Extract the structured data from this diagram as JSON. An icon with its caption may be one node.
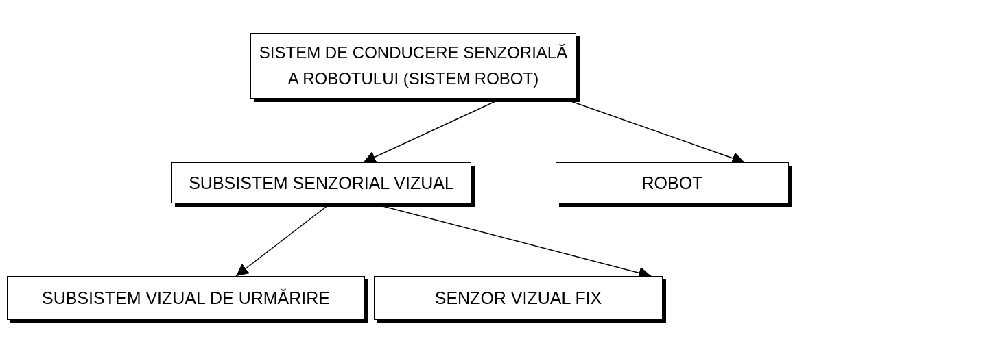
{
  "diagram": {
    "nodes": [
      {
        "text": [
          "SISTEM DE CONDUCERE SENZORIALĂ A ROBOTULUI (SISTEM ROBOT)"
        ]
      },
      {
        "text": [
          "SUBSISTEM SENZORIAL VIZUAL"
        ]
      },
      {
        "text": [
          "ROBOT"
        ]
      },
      {
        "text": [
          "SUBSISTEM VIZUAL DE URMĂRIRE"
        ]
      },
      {
        "text": [
          "SENZOR VIZUAL FIX"
        ]
      }
    ],
    "edges": [
      {
        "from": 0,
        "to": 1,
        "arrow": "to"
      },
      {
        "from": 0,
        "to": 2,
        "arrow": "to"
      },
      {
        "from": 1,
        "to": 3,
        "arrow": "to"
      },
      {
        "from": 1,
        "to": 4,
        "arrow": "to"
      }
    ]
  }
}
